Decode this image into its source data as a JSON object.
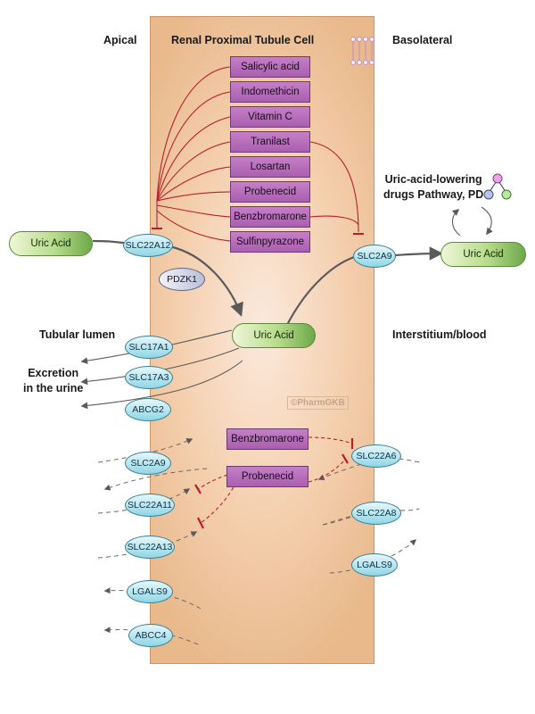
{
  "headers": {
    "apical": "Apical",
    "cell": "Renal Proximal Tubule Cell",
    "basolateral": "Basolateral",
    "tubular_lumen": "Tubular lumen",
    "interstitium": "Interstitium/blood",
    "excretion_line1": "Excretion",
    "excretion_line2": "in the urine",
    "pathway_line1": "Uric-acid-lowering",
    "pathway_line2": "drugs Pathway, PD"
  },
  "watermark": "©PharmGKB",
  "top_drugs": [
    "Salicylic acid",
    "Indomethicin",
    "Vitamin C",
    "Tranilast",
    "Losartan",
    "Probenecid",
    "Benzbromarone",
    "Sulfinpyrazone"
  ],
  "lower_drugs": [
    "Benzbromarone",
    "Probenecid"
  ],
  "uric_acid": {
    "left": "Uric Acid",
    "center": "Uric Acid",
    "right": "Uric Acid"
  },
  "transporters": {
    "slc22a12": "SLC22A12",
    "pdzk1": "PDZK1",
    "slc2a9_top": "SLC2A9",
    "slc17a1": "SLC17A1",
    "slc17a3": "SLC17A3",
    "abcg2": "ABCG2",
    "slc2a9_low": "SLC2A9",
    "slc22a11": "SLC22A11",
    "slc22a13": "SLC22A13",
    "lgals9_left": "LGALS9",
    "abcc4": "ABCC4",
    "slc22a6": "SLC22A6",
    "slc22a8": "SLC22A8",
    "lgals9_right": "LGALS9"
  },
  "colors": {
    "inhibit": "#b81e2e",
    "arrow": "#5a5a5a",
    "drug_fill": "#b56cb9",
    "transporter_fill": "#a6e0ec",
    "uric_acid_fill": "#9fcf72"
  }
}
